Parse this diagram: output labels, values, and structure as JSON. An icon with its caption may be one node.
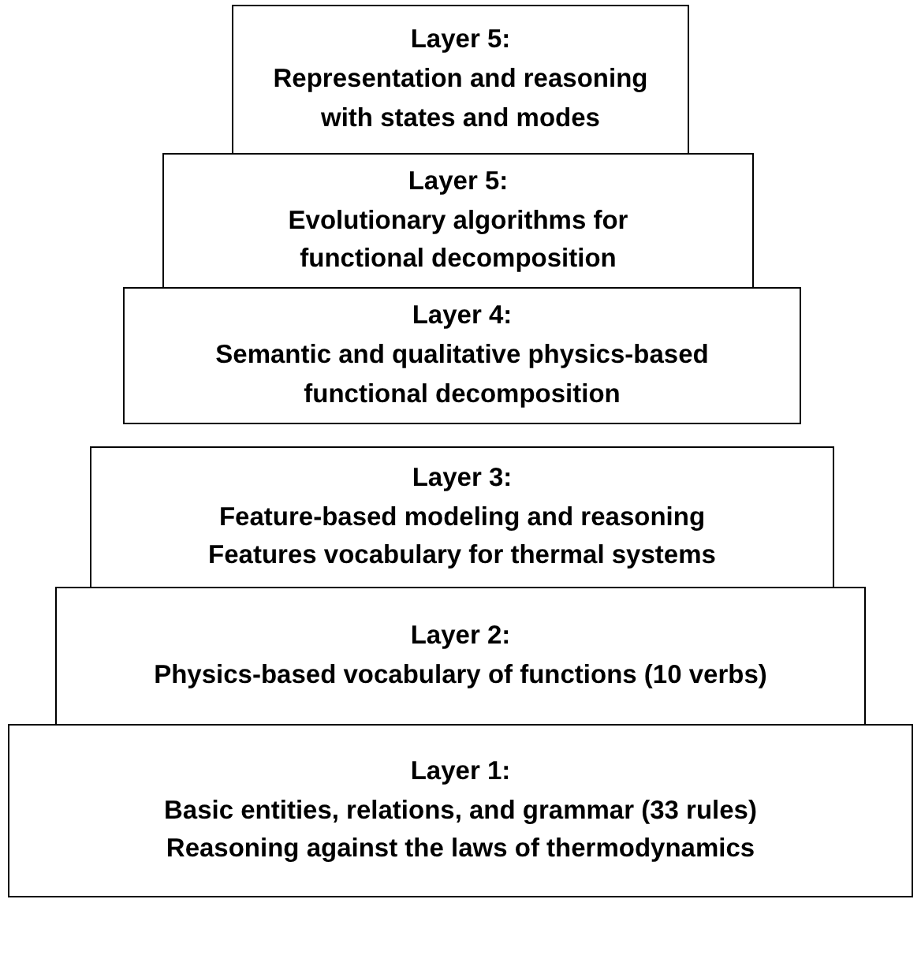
{
  "diagram": {
    "nodes": [
      {
        "text": [
          "Layer 5:",
          "Representation and reasoning with states and modes"
        ]
      },
      {
        "text": [
          "Layer 5:",
          "Evolutionary algorithms for functional decomposition"
        ]
      },
      {
        "text": [
          "Layer 4:",
          "Semantic and qualitative physics-based functional decomposition"
        ]
      },
      {
        "text": [
          "Layer 3:",
          "Feature-based modeling and reasoning",
          "Features vocabulary for thermal systems"
        ]
      },
      {
        "text": [
          "Layer 2:",
          "Physics-based vocabulary of functions (10 verbs)"
        ]
      },
      {
        "text": [
          "Layer 1:",
          "Basic entities, relations, and grammar (33 rules)",
          "Reasoning against the laws of thermodynamics"
        ]
      }
    ]
  }
}
